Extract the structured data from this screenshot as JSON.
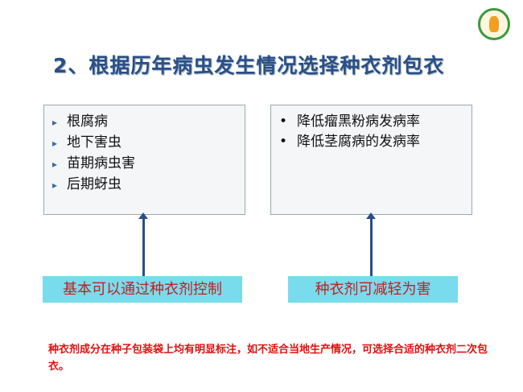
{
  "title": "2、根据历年病虫发生情况选择种衣剂包衣",
  "left_box": {
    "items": [
      "根腐病",
      "地下害虫",
      "苗期病虫害",
      "后期蚜虫"
    ],
    "label": "基本可以通过种衣剂控制"
  },
  "right_box": {
    "items": [
      "降低瘤黑粉病发病率",
      "降低茎腐病的发病率"
    ],
    "label": "种衣剂可减轻为害"
  },
  "note": "种衣剂成分在种子包装袋上均有明显标注，如不适合当地生产情况，可选择合适的种衣剂二次包衣。"
}
